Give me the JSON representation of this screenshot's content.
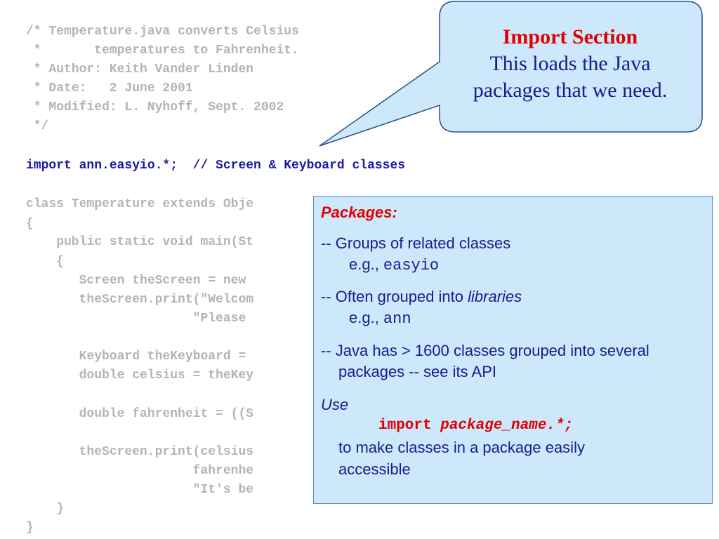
{
  "code": {
    "lines": [
      "/* Temperature.java converts Celsius",
      " *       temperatures to Fahrenheit.",
      " * Author: Keith Vander Linden",
      " * Date:   2 June 2001",
      " * Modified: L. Nyhoff, Sept. 2002",
      " */",
      "import ann.easyio.*;  // Screen & Keyboard classes",
      "class Temperature extends Obje",
      "{",
      "    public static void main(St",
      "    {",
      "       Screen theScreen = new",
      "       theScreen.print(\"Welcom",
      "                      \"Please",
      "       Keyboard theKeyboard =",
      "       double celsius = theKey",
      "       double fahrenheit = ((S",
      "       theScreen.print(celsius",
      "                      fahrenhe",
      "                      \"It's be",
      "    }",
      "}"
    ]
  },
  "callout": {
    "title": "Import Section",
    "line1": "This loads the Java",
    "line2": "packages  that we need."
  },
  "info_box": {
    "heading": "Packages:",
    "item1_text": "-- Groups of related classes",
    "item1_eg": "e.g., ",
    "item1_code": "easyio",
    "item2_text": "-- Often grouped into ",
    "item2_emph": "libraries",
    "item2_eg": "e.g., ",
    "item2_code": "ann",
    "item3_line1": "-- Java has > 1600 classes grouped into several",
    "item3_line2": "packages -- see its API",
    "use_label": "Use",
    "import_kw": "import ",
    "import_pkg": "package_name.*;",
    "use_line1": "to make classes in a package easily",
    "use_line2": "accessible"
  },
  "colors": {
    "code_gray": "#b4b4b4",
    "code_highlight": "#1a1aa6",
    "callout_fill": "#cde8fb",
    "accent_red": "#e00000",
    "text_navy": "#1a1a8c"
  }
}
